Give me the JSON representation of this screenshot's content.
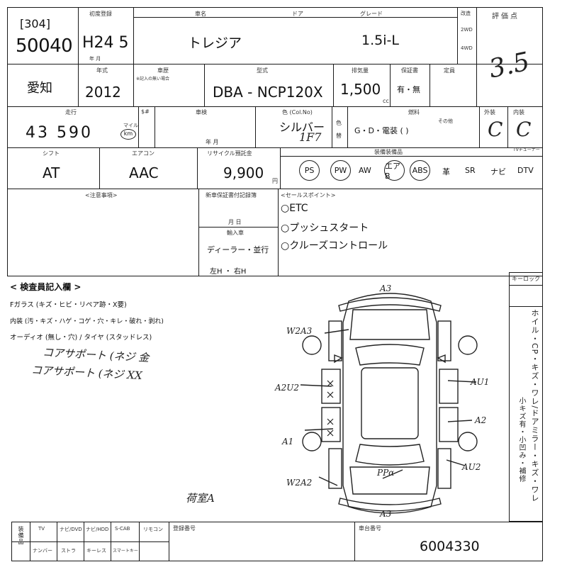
{
  "header": {
    "auction_no_bracket": "[304]",
    "lot_no": "50040",
    "first_reg_label": "初度登録",
    "first_reg": "H24 5",
    "first_reg_unit": "年  月",
    "car_name_label": "車名",
    "door_label": "ドア",
    "grade_label": "グレード",
    "car_name": "トレジア",
    "grade": "1.5i-L",
    "drive_label": "4WD",
    "drive_2wd": "2WD",
    "drive_4wd": "4WD",
    "score_label": "評価点",
    "score": "3.5"
  },
  "row2": {
    "prefecture": "愛知",
    "year_label": "年式",
    "year": "2012",
    "reg_label": "車歴",
    "reg_sub": "※記入の無い場合",
    "model_label": "型式",
    "model": "DBA - NCP120X",
    "cc_label": "排気量",
    "cc": "1,500",
    "cc_unit": "cc",
    "warranty_label": "保証書",
    "warranty": "有・無",
    "capacity_label": "定員"
  },
  "row3": {
    "mileage_label": "走行",
    "mileage": "43 590",
    "mileage_unit": "km",
    "mileage_mile": "マイル",
    "inspection_label": "車検",
    "inspection_unit": "年  月",
    "color_label": "色 (Col.No)",
    "color": "シルバー",
    "color_code": "1F7",
    "color_side1": "色",
    "color_side2": "替",
    "fuel_label": "燃料",
    "fuel": "G・D・電装 (        )",
    "fuel_other": "その他",
    "exterior_label": "外装",
    "exterior": "C",
    "interior_label": "内装",
    "interior": "C"
  },
  "row4": {
    "shift_label": "シフト",
    "shift": "AT",
    "ac_label": "エアコン",
    "ac": "AAC",
    "recycle_label": "リサイクル預託金",
    "recycle": "9,900",
    "recycle_unit": "円",
    "equip_label": "装備装備品",
    "equipment": [
      {
        "name": "PS",
        "circled": true
      },
      {
        "name": "PW",
        "circled": true
      },
      {
        "name": "AW",
        "circled": false
      },
      {
        "name": "エアB",
        "circled": true
      },
      {
        "name": "ABS",
        "circled": true
      },
      {
        "name": "革",
        "circled": false
      },
      {
        "name": "SR",
        "circled": false
      },
      {
        "name": "ナビ",
        "circled": false
      },
      {
        "name": "DTV",
        "circled": false
      }
    ],
    "dtv_label": "TVチューナー"
  },
  "row5": {
    "notes_label": "<注意事項>",
    "history_label": "新車保証書付記録簿",
    "history_unit": "月  日",
    "import_label": "輸入車",
    "import_type": "ディーラー・並行",
    "handle": "左H ・ 右H",
    "sales_label": "<セールスポイント>",
    "sales_points": [
      "○ETC",
      "○プッシュスタート",
      "○クルーズコントロール"
    ]
  },
  "inspector": {
    "title": "< 検査員記入欄 >",
    "line1": "Fガラス (キズ・ヒビ・リペア跡・X要)",
    "line2": "内装 (汚・キズ・ハゲ・コゲ・穴・キレ・破れ・剥れ)",
    "line3": "オーディオ (無し・穴) / タイヤ (スタッドレス)",
    "hand1": "コアサポート (ネジ 金",
    "hand2": "コアサポート (ネジ XX",
    "hand_bottom": "荷室A",
    "key_label": "キーロック",
    "side_text": "ホイル・CP・キズ・ワレ/ドアミラー・キズ・ワレ",
    "side_small": "小キズ有・小凹み・補修"
  },
  "diagram": {
    "marks": [
      "A3",
      "W2A3",
      "A2U2",
      "AU1",
      "A2",
      "A1",
      "PPα",
      "AU2",
      "W2A2",
      "A3"
    ]
  },
  "footer": {
    "label_col": "装備品",
    "items_top": [
      "TV",
      "ナビ/DVD",
      "ナビ/HDD",
      "S-CAB",
      "リモコン"
    ],
    "items_bottom": [
      "ナンバー",
      "ストラ",
      "キーレス",
      "スマートキー"
    ],
    "record_label": "登録番号",
    "chassis_label": "車台番号",
    "chassis_no": "6004330"
  }
}
